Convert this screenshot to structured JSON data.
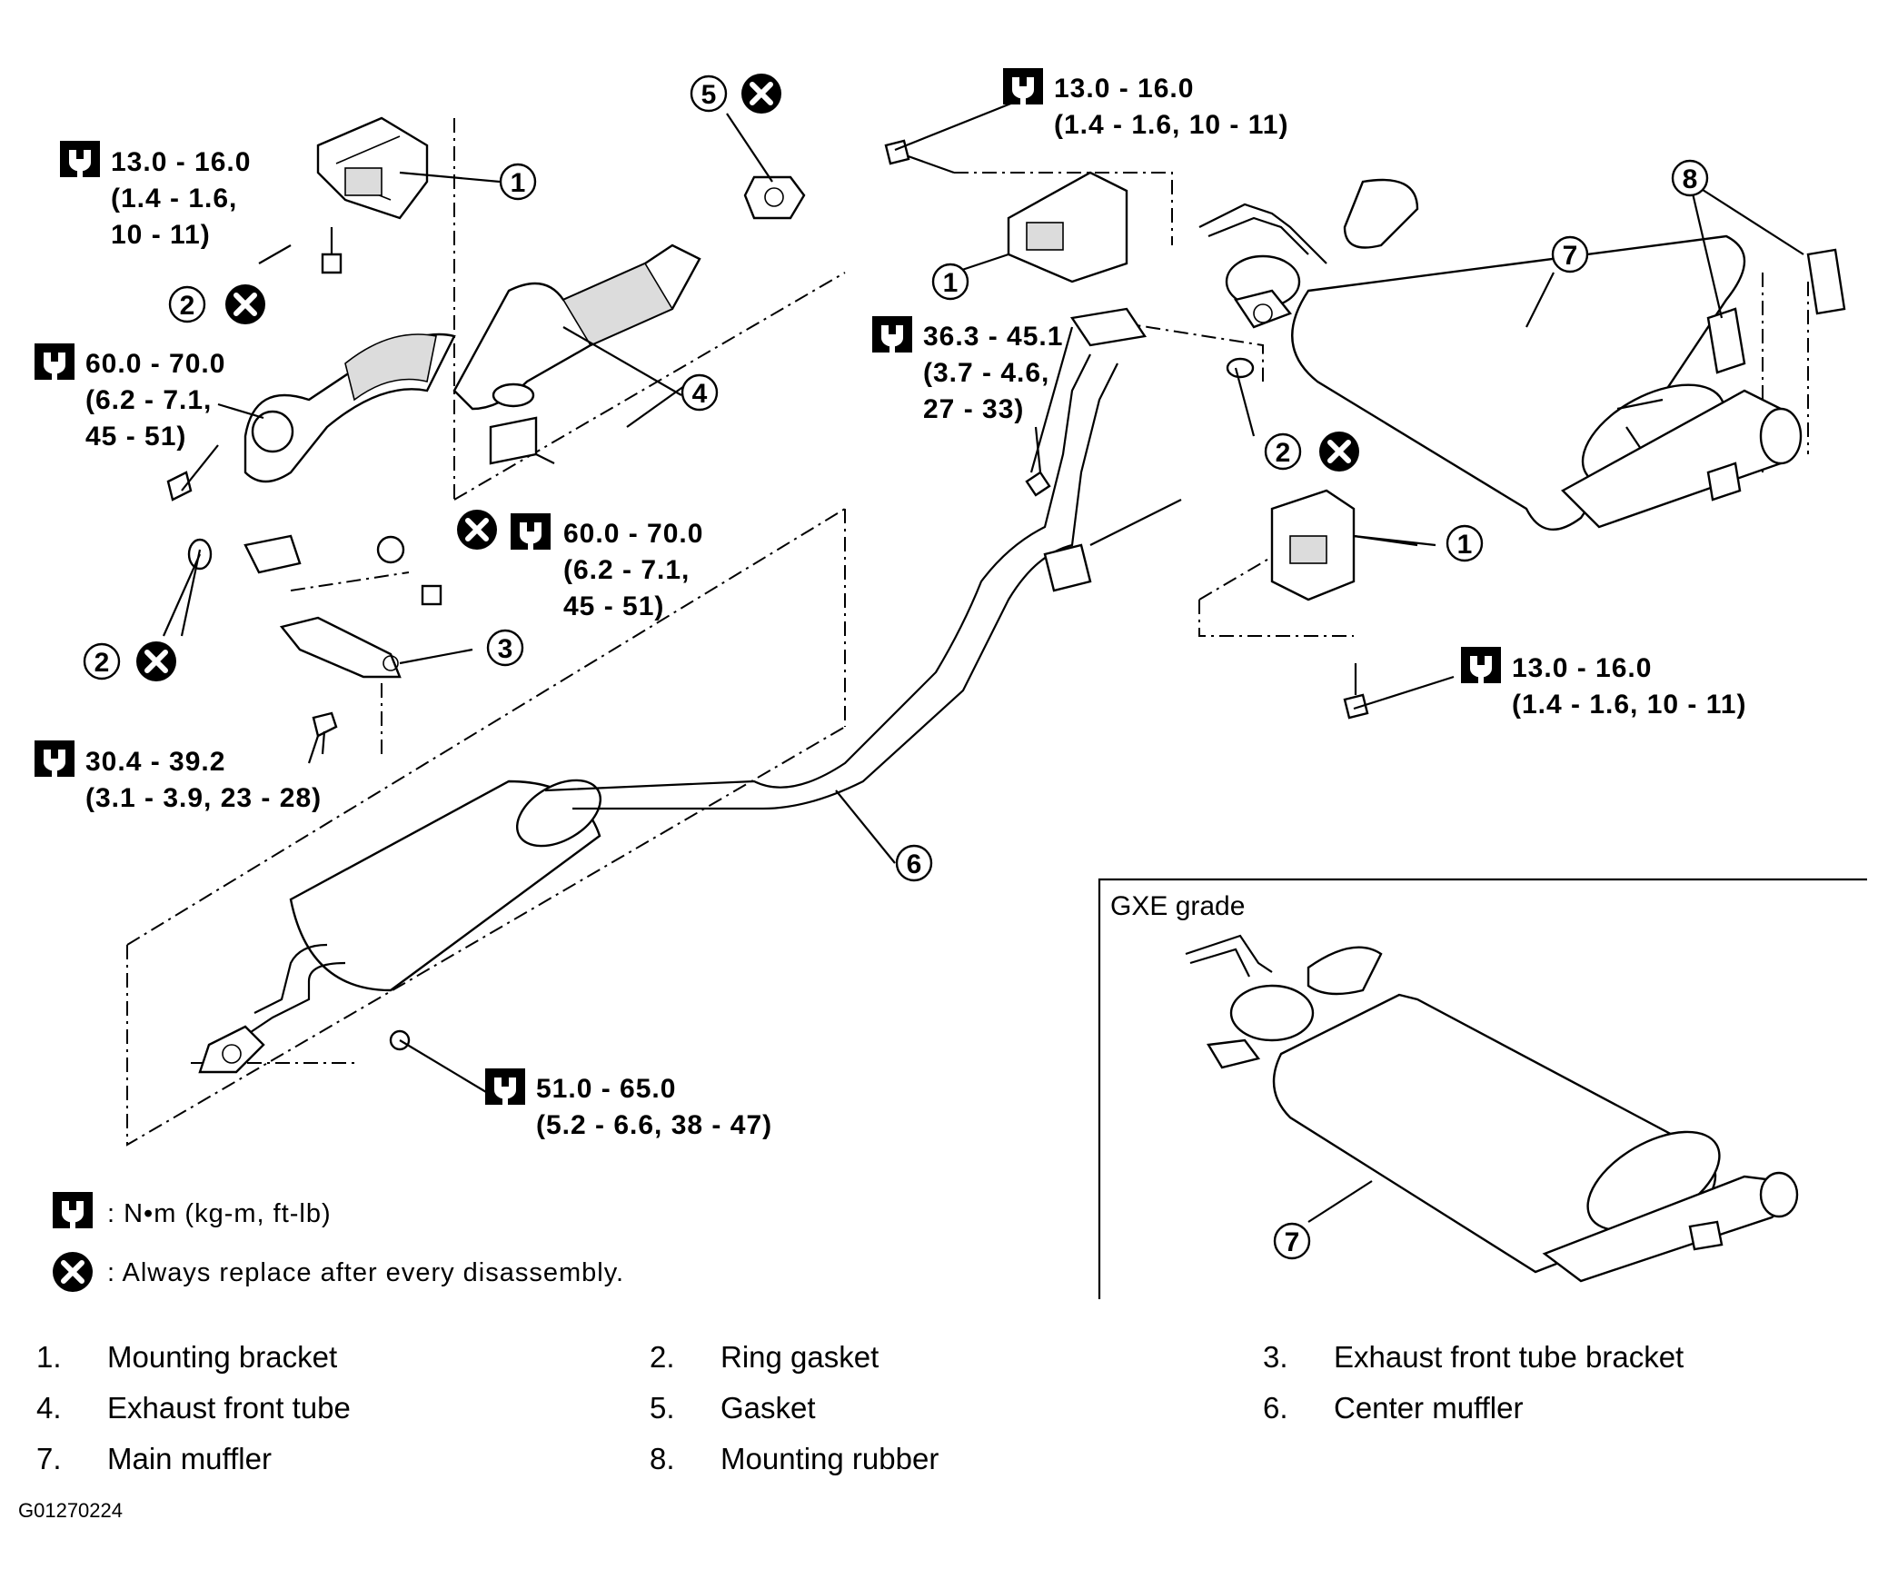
{
  "torque_specs": [
    {
      "id": "t1",
      "nm": "13.0 - 16.0",
      "l2": "(1.4 - 1.6,",
      "l3": "10 - 11)"
    },
    {
      "id": "t2",
      "nm": "60.0 - 70.0",
      "l2": "(6.2 - 7.1,",
      "l3": "45 - 51)"
    },
    {
      "id": "t3",
      "nm": "60.0 - 70.0",
      "l2": "(6.2 - 7.1,",
      "l3": "45 - 51)"
    },
    {
      "id": "t4",
      "nm": "30.4 - 39.2",
      "l2": "(3.1 - 3.9, 23 - 28)"
    },
    {
      "id": "t5",
      "nm": "13.0 - 16.0",
      "l2": "(1.4 - 1.6, 10 - 11)"
    },
    {
      "id": "t6",
      "nm": "36.3 - 45.1",
      "l2": "(3.7 - 4.6,",
      "l3": "27 - 33)"
    },
    {
      "id": "t7",
      "nm": "13.0 - 16.0",
      "l2": "(1.4 - 1.6, 10 - 11)"
    },
    {
      "id": "t8",
      "nm": "51.0 - 65.0",
      "l2": "(5.2 - 6.6, 38 - 47)"
    }
  ],
  "callout_numbers": [
    "1",
    "2",
    "3",
    "4",
    "5",
    "6",
    "7",
    "8"
  ],
  "legend": {
    "torque_unit": ": N•m  (kg-m,  ft-lb)",
    "replace_note": ": Always replace after every disassembly."
  },
  "inset": {
    "title": "GXE grade"
  },
  "parts_list": [
    {
      "num": "1.",
      "name": "Mounting bracket"
    },
    {
      "num": "2.",
      "name": "Ring gasket"
    },
    {
      "num": "3.",
      "name": "Exhaust front tube bracket"
    },
    {
      "num": "4.",
      "name": "Exhaust front tube"
    },
    {
      "num": "5.",
      "name": "Gasket"
    },
    {
      "num": "6.",
      "name": "Center muffler"
    },
    {
      "num": "7.",
      "name": "Main muffler"
    },
    {
      "num": "8.",
      "name": "Mounting rubber"
    }
  ],
  "figure_id": "G01270224"
}
